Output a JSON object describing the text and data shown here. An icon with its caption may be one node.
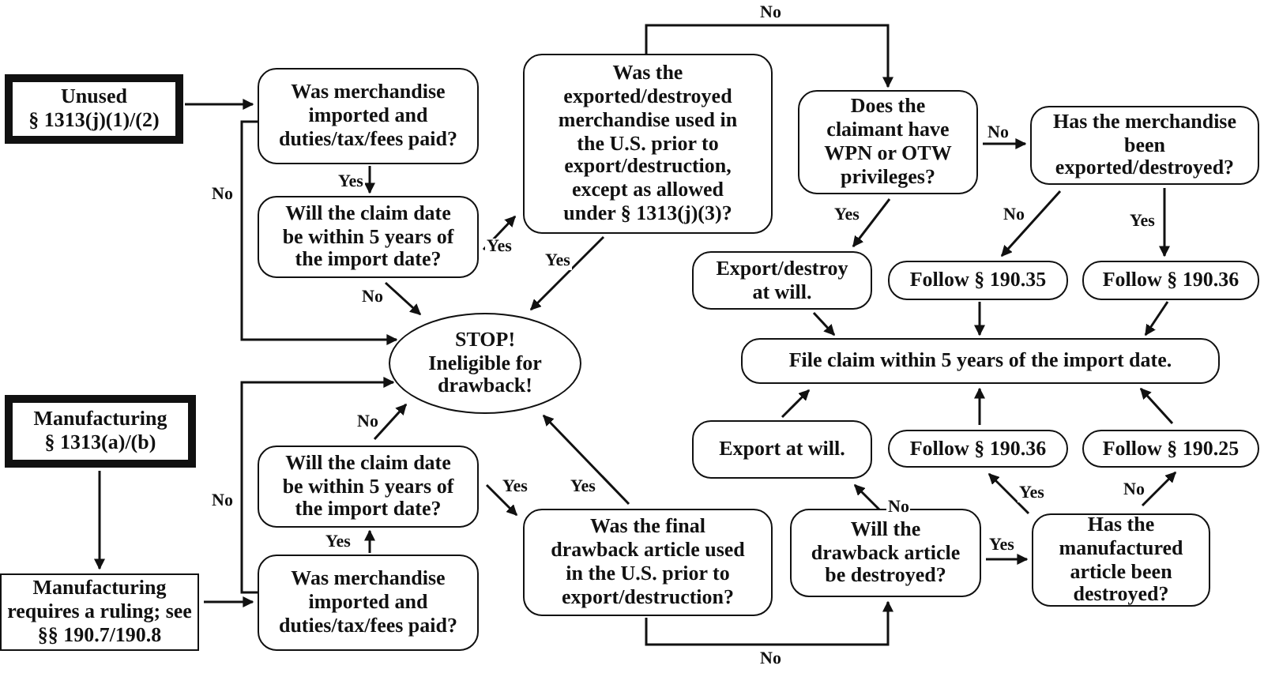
{
  "diagram": {
    "nodes": [
      {
        "text": [
          "Unused",
          "§ 1313(j)(1)/(2)"
        ]
      },
      {
        "text": [
          "Was merchandise imported and duties/tax/fees paid?"
        ]
      },
      {
        "text": [
          "Will the claim date be within 5 years of the import date?"
        ]
      },
      {
        "text": [
          "Was the exported/destroyed merchandise used in the U.S. prior to export/destruction, except as allowed under § 1313(j)(3)?"
        ]
      },
      {
        "text": [
          "Does the claimant have WPN or OTW privileges?"
        ]
      },
      {
        "text": [
          "Has the merchandise been exported/destroyed?"
        ]
      },
      {
        "text": [
          "Export/destroy at will."
        ]
      },
      {
        "text": [
          "Follow § 190.35"
        ]
      },
      {
        "text": [
          "Follow § 190.36"
        ]
      },
      {
        "text": [
          "STOP! Ineligible for drawback!"
        ]
      },
      {
        "text": [
          "File claim within 5 years of the import date."
        ]
      },
      {
        "text": [
          "Manufacturing",
          "§ 1313(a)/(b)"
        ]
      },
      {
        "text": [
          "Will the claim date be within 5 years of the import date?"
        ]
      },
      {
        "text": [
          "Export at will."
        ]
      },
      {
        "text": [
          "Follow § 190.36"
        ]
      },
      {
        "text": [
          "Follow § 190.25"
        ]
      },
      {
        "text": [
          "Was the final drawback article used in the U.S. prior to export/destruction?"
        ]
      },
      {
        "text": [
          "Will the drawback article be destroyed?"
        ]
      },
      {
        "text": [
          "Has the manufactured article been destroyed?"
        ]
      },
      {
        "text": [
          "Manufacturing requires a ruling; see §§ 190.7/190.8"
        ]
      },
      {
        "text": [
          "Was merchandise imported and duties/tax/fees paid?"
        ]
      }
    ],
    "edges": [
      {
        "from": 0,
        "to": 1,
        "arrow": "to"
      },
      {
        "from": 1,
        "to": 2,
        "arrow": "to",
        "label": "Yes"
      },
      {
        "from": 1,
        "to": 9,
        "arrow": "to",
        "label": "No"
      },
      {
        "from": 2,
        "to": 9,
        "arrow": "to",
        "label": "No"
      },
      {
        "from": 2,
        "to": 3,
        "arrow": "to",
        "label": "Yes"
      },
      {
        "from": 3,
        "to": 9,
        "arrow": "to",
        "label": "Yes"
      },
      {
        "from": 3,
        "to": 4,
        "arrow": "to",
        "label": "No"
      },
      {
        "from": 4,
        "to": 6,
        "arrow": "to",
        "label": "Yes"
      },
      {
        "from": 4,
        "to": 5,
        "arrow": "to",
        "label": "No"
      },
      {
        "from": 5,
        "to": 7,
        "arrow": "to",
        "label": "No"
      },
      {
        "from": 5,
        "to": 8,
        "arrow": "to",
        "label": "Yes"
      },
      {
        "from": 6,
        "to": 10,
        "arrow": "to"
      },
      {
        "from": 7,
        "to": 10,
        "arrow": "to"
      },
      {
        "from": 8,
        "to": 10,
        "arrow": "to"
      },
      {
        "from": 11,
        "to": 19,
        "arrow": "to"
      },
      {
        "from": 19,
        "to": 20,
        "arrow": "to"
      },
      {
        "from": 20,
        "to": 12,
        "arrow": "to",
        "label": "Yes"
      },
      {
        "from": 20,
        "to": 9,
        "arrow": "to",
        "label": "No"
      },
      {
        "from": 12,
        "to": 9,
        "arrow": "to",
        "label": "No"
      },
      {
        "from": 12,
        "to": 16,
        "arrow": "to",
        "label": "Yes"
      },
      {
        "from": 16,
        "to": 9,
        "arrow": "to",
        "label": "Yes"
      },
      {
        "from": 16,
        "to": 17,
        "arrow": "to",
        "label": "No"
      },
      {
        "from": 17,
        "to": 13,
        "arrow": "to",
        "label": "No"
      },
      {
        "from": 17,
        "to": 18,
        "arrow": "to",
        "label": "Yes"
      },
      {
        "from": 18,
        "to": 14,
        "arrow": "to",
        "label": "Yes"
      },
      {
        "from": 18,
        "to": 15,
        "arrow": "to",
        "label": "No"
      },
      {
        "from": 13,
        "to": 10,
        "arrow": "to"
      },
      {
        "from": 14,
        "to": 10,
        "arrow": "to"
      },
      {
        "from": 15,
        "to": 10,
        "arrow": "to"
      }
    ]
  }
}
